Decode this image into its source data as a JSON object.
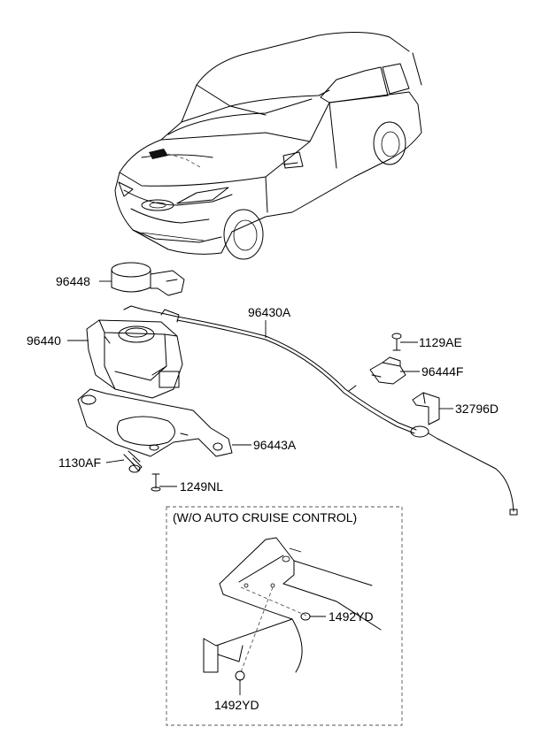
{
  "parts": {
    "p96448": "96448",
    "p96440": "96440",
    "p96430A": "96430A",
    "p1129AE": "1129AE",
    "p96444F": "96444F",
    "p32796D": "32796D",
    "p96443A": "96443A",
    "p1130AF": "1130AF",
    "p1249NL": "1249NL",
    "p1492YD_top": "1492YD",
    "p1492YD_bottom": "1492YD"
  },
  "inset": {
    "title": "(W/O AUTO CRUISE CONTROL)"
  }
}
